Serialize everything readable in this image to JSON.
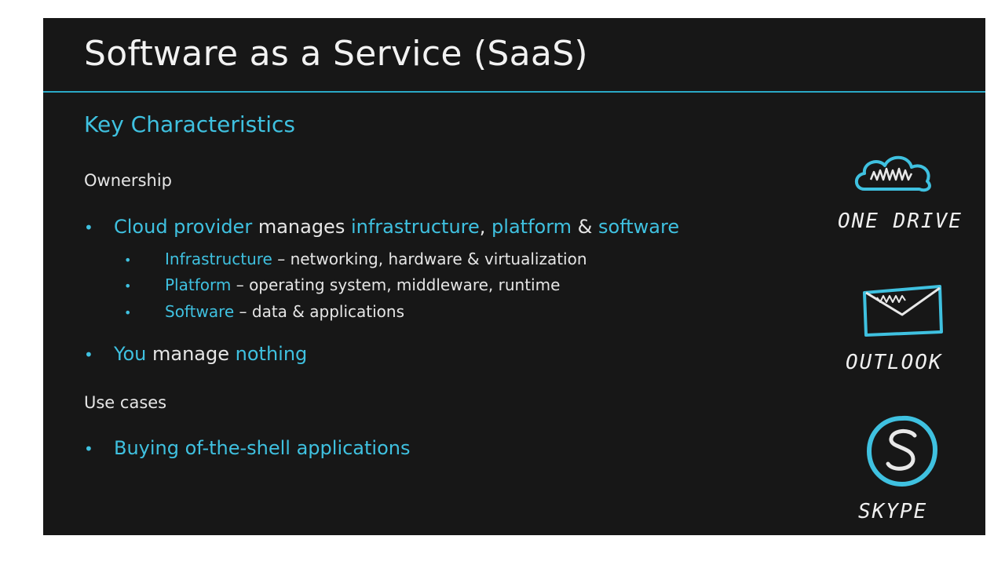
{
  "slide": {
    "title": "Software as a Service (SaaS)",
    "subtitle": "Key Characteristics",
    "ownership_heading": "Ownership",
    "bullet1": {
      "part1": "Cloud provider",
      "part2": " manages ",
      "part3": "infrastructure",
      "part4": ", ",
      "part5": "platform",
      "part6": " & ",
      "part7": "software"
    },
    "sub_bullets": [
      {
        "term": "Infrastructure",
        "desc": " – networking, hardware & virtualization"
      },
      {
        "term": "Platform",
        "desc": " – operating system, middleware, runtime"
      },
      {
        "term": "Software",
        "desc": " – data & applications"
      }
    ],
    "bullet2": {
      "part1": "You",
      "part2": " manage ",
      "part3": "nothing"
    },
    "usecases_heading": "Use cases",
    "bullet3": "Buying of-the-shell applications",
    "bullet_glyph": "•"
  },
  "icons": {
    "onedrive": {
      "name": "cloud-icon",
      "label": "ONE DRIVE"
    },
    "outlook": {
      "name": "envelope-icon",
      "label": "OUTLOOK"
    },
    "skype": {
      "name": "skype-icon",
      "label": "SKYPE"
    }
  },
  "colors": {
    "background": "#171717",
    "accent": "#3fc1e0",
    "text": "#e6e6e6"
  }
}
